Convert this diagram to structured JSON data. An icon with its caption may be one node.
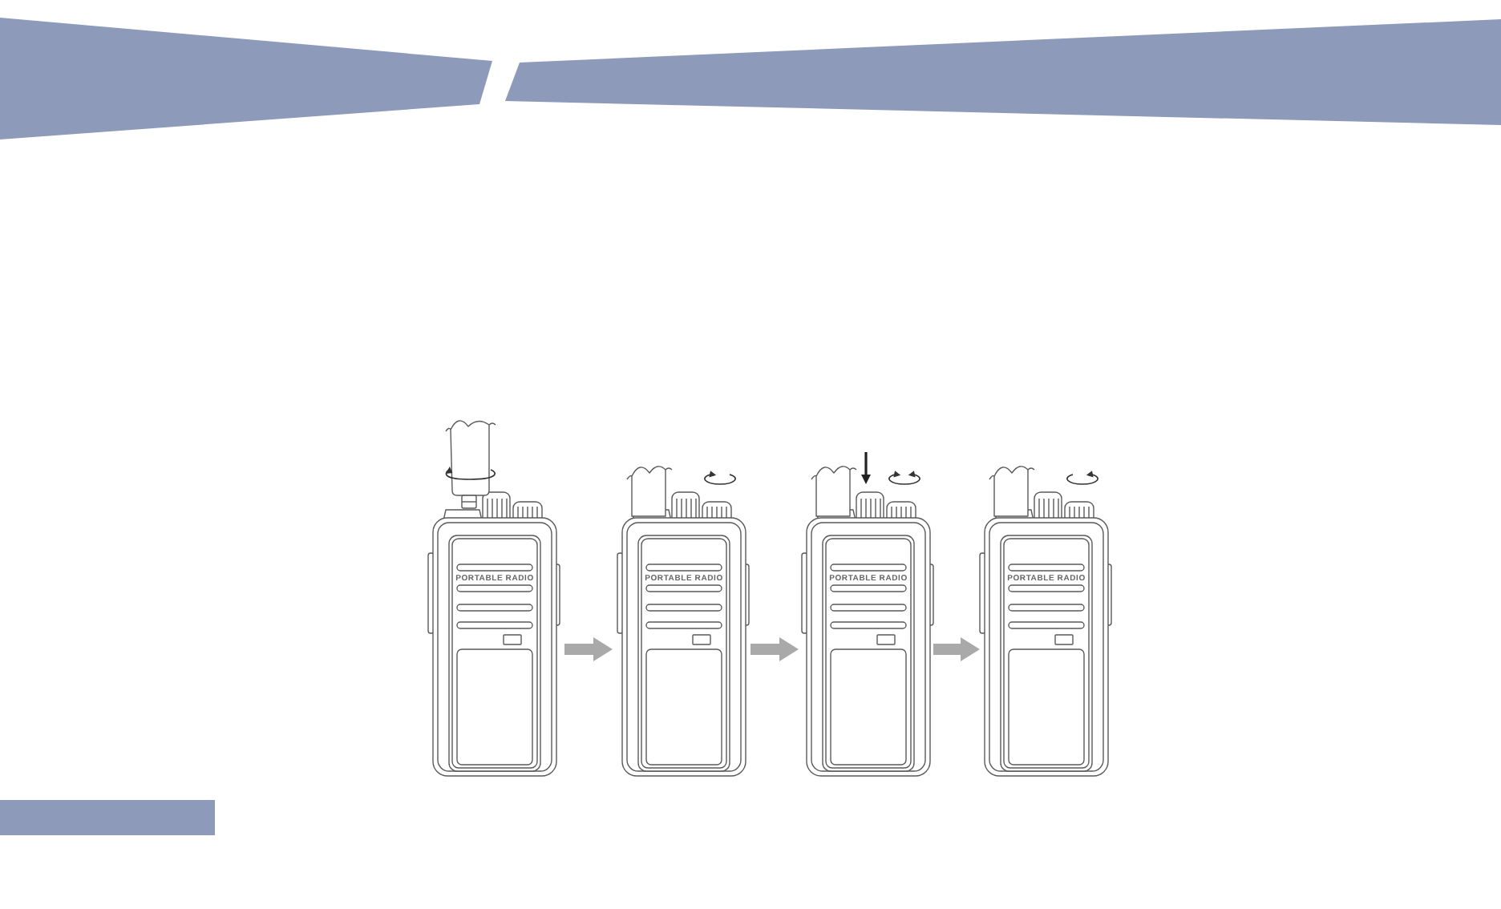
{
  "diagram": {
    "nodes": [
      {
        "text": [
          "PORTABLE RADIO"
        ]
      },
      {
        "text": [
          "PORTABLE RADIO"
        ]
      },
      {
        "text": [
          "PORTABLE RADIO"
        ]
      },
      {
        "text": [
          "PORTABLE RADIO"
        ]
      }
    ],
    "edges": [
      {
        "from": 0,
        "to": 1,
        "arrow": "to"
      },
      {
        "from": 1,
        "to": 2,
        "arrow": "to"
      },
      {
        "from": 2,
        "to": 3,
        "arrow": "to"
      }
    ]
  }
}
